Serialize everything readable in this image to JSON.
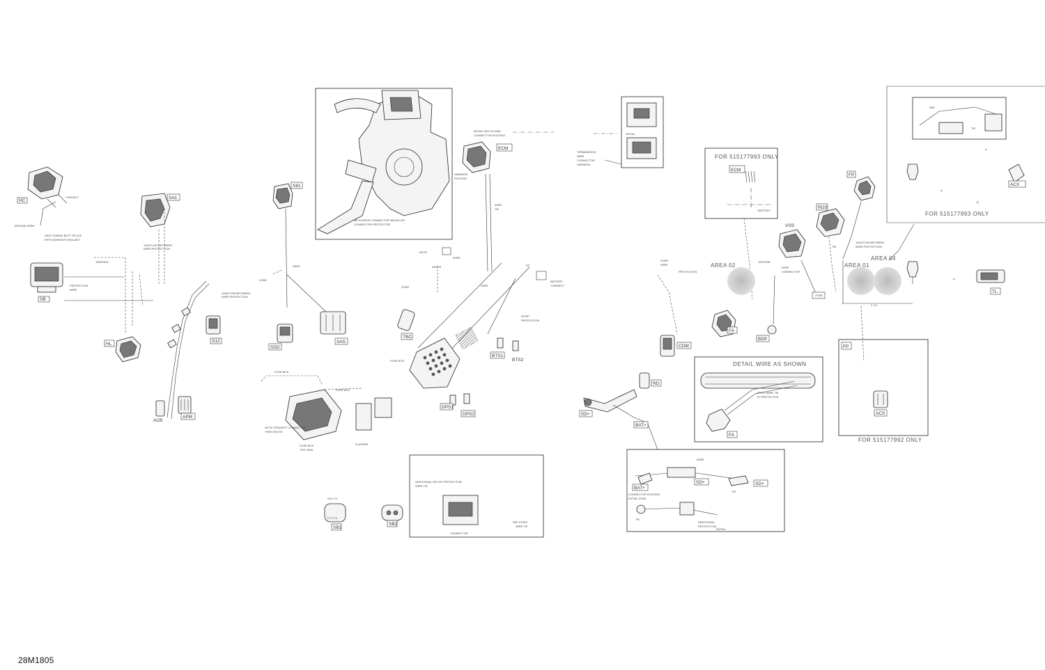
{
  "drawing_ref": "28M1805",
  "connectors": [
    {
      "id": "HC",
      "label": "HC"
    },
    {
      "id": "SA1",
      "label": "SA1"
    },
    {
      "id": "SB",
      "label": "SB"
    },
    {
      "id": "HL",
      "label": "HL"
    },
    {
      "id": "S12",
      "label": "S12"
    },
    {
      "id": "ACB",
      "label": "ACB"
    },
    {
      "id": "APM",
      "label": "APM"
    },
    {
      "id": "SIG",
      "label": "SIG"
    },
    {
      "id": "SDD",
      "label": "SDD"
    },
    {
      "id": "SAS",
      "label": "SAS"
    },
    {
      "id": "ECM",
      "label": "ECM"
    },
    {
      "id": "TBC",
      "label": "TBC"
    },
    {
      "id": "BTS1",
      "label": "BTS1"
    },
    {
      "id": "BTS2",
      "label": "BTS2"
    },
    {
      "id": "DPS1",
      "label": "DPS1"
    },
    {
      "id": "DPS2",
      "label": "DPS2"
    },
    {
      "id": "SB1",
      "label": "SB1"
    },
    {
      "id": "SB2",
      "label": "SB2"
    },
    {
      "id": "CDM",
      "label": "CDM"
    },
    {
      "id": "SD",
      "label": "SD+"
    },
    {
      "id": "RD",
      "label": "RD"
    },
    {
      "id": "BAT",
      "label": "BAT+"
    },
    {
      "id": "VSS",
      "label": "VSS"
    },
    {
      "id": "FA1",
      "label": "FA"
    },
    {
      "id": "FA2",
      "label": "FA"
    },
    {
      "id": "BDP",
      "label": "BDP"
    },
    {
      "id": "RDS",
      "label": "RDS"
    },
    {
      "id": "FP",
      "label": "FP"
    },
    {
      "id": "ACS",
      "label": "ACS"
    },
    {
      "id": "ACX",
      "label": "ACX"
    },
    {
      "id": "TL",
      "label": "TL"
    }
  ],
  "areas": [
    {
      "id": "area02",
      "label": "AREA 02"
    },
    {
      "id": "area01",
      "label": "AREA 01"
    },
    {
      "id": "area04",
      "label": "AREA 04"
    }
  ],
  "callouts": {
    "for_only_1": "FOR 515177993 ONLY",
    "for_only_2": "FOR 515177992 ONLY",
    "for_only_3": "FOR 515177993 ONLY",
    "detail": "DETAIL WIRE AS SHOWN",
    "ecm_box": "ECM",
    "fp_box": "FP"
  }
}
